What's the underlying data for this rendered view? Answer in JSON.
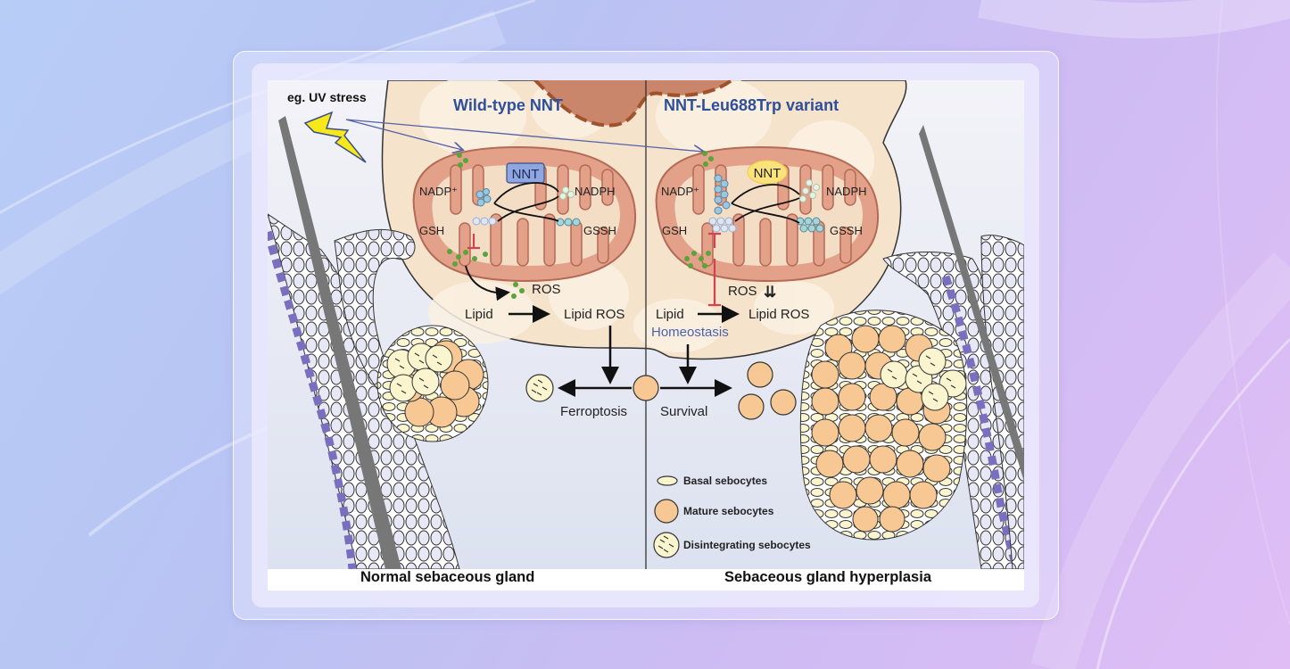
{
  "figure": {
    "stress_label": "eg. UV stress",
    "panel_left": {
      "title": "Wild-type NNT",
      "enzyme_label": "NNT",
      "nadp_label": "NADP⁺",
      "nadph_label": "NADPH",
      "gsh_label": "GSH",
      "gssh_label": "GSSH",
      "ros_label": "ROS",
      "lipid_label": "Lipid",
      "lipid_ros_label": "Lipid ROS",
      "outcome_label": "Ferroptosis",
      "caption": "Normal sebaceous gland"
    },
    "panel_right": {
      "title": "NNT-Leu688Trp variant",
      "enzyme_label": "NNT",
      "nadp_label": "NADP⁺",
      "nadph_label": "NADPH",
      "gsh_label": "GSH",
      "gssh_label": "GSSH",
      "ros_label": "ROS",
      "ros_change_symbol": "⇊",
      "lipid_label": "Lipid",
      "lipid_ros_label": "Lipid ROS",
      "homeostasis_label": "Homeostasis",
      "outcome_label": "Survival",
      "caption": "Sebaceous gland hyperplasia"
    },
    "legend": [
      {
        "label": "Basal sebocytes",
        "icon": "basal-sebocyte-icon"
      },
      {
        "label": "Mature sebocytes",
        "icon": "mature-sebocyte-icon"
      },
      {
        "label": "Disintegrating sebocytes",
        "icon": "disintegrating-sebocyte-icon"
      }
    ],
    "colors": {
      "title_blue": "#2e4f9a",
      "homeostasis_blue": "#4a63b0",
      "mito_fill": "#e3a189",
      "mito_stroke": "#b46a55",
      "cell_fill": "#f5e3cc",
      "mature_sebocyte": "#f8c894",
      "basal_sebocyte": "#fbf5cf",
      "nnt_wt_badge": "#8fa6e0",
      "nnt_var_badge": "#fbe27a",
      "ros_green": "#5aa43a",
      "inhibit_red": "#d2414e",
      "follicle_purple": "#7a6fbf",
      "hair_gray": "#7a7a7a"
    }
  }
}
